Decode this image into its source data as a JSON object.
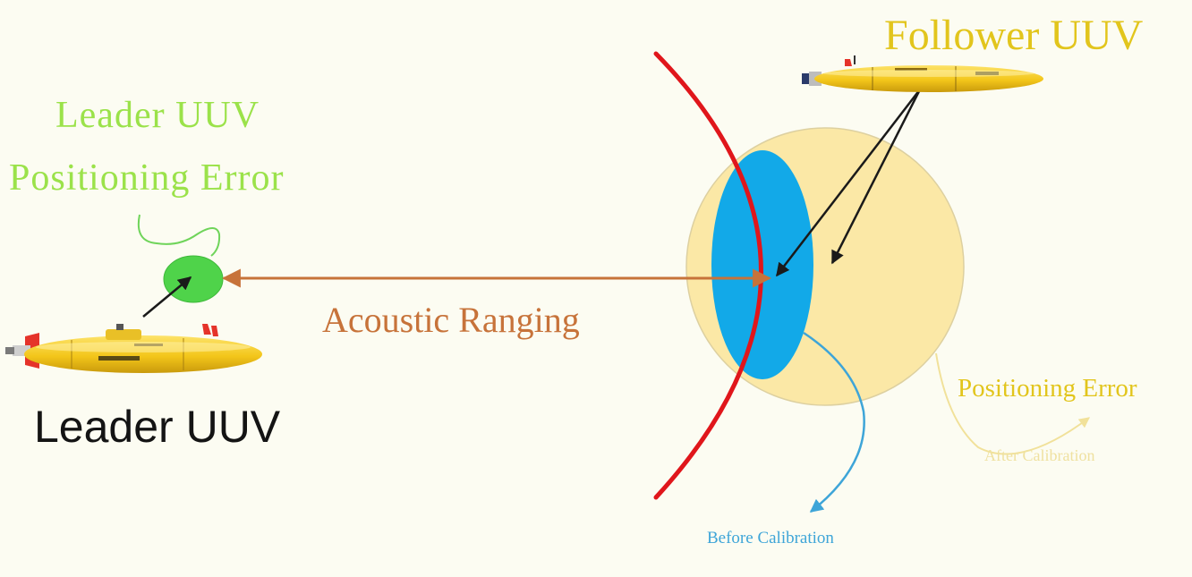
{
  "labels": {
    "leader_error_line1": "Leader UUV",
    "leader_error_line2": "Positioning Error",
    "leader_name": "Leader UUV",
    "follower_name": "Follower UUV",
    "ranging": "Acoustic Ranging",
    "positioning_error": "Positioning Error",
    "after_calibration": "After Calibration",
    "before_calibration": "Before Calibration"
  },
  "colors": {
    "background": "#fcfcf2",
    "leader_error_text": "#9be24a",
    "leader_error_region": "#4fd34a",
    "ranging": "#c7733a",
    "range_arc": "#e0161b",
    "error_circle": "#fbe8a6",
    "calibrated_region": "#12a9e8",
    "uuv_body": "#f3c91d",
    "follower_text": "#e2c51c",
    "before_text": "#3ea5d8"
  },
  "icons": {
    "leader_vehicle": "uuv-icon",
    "follower_vehicle": "uuv-icon"
  }
}
